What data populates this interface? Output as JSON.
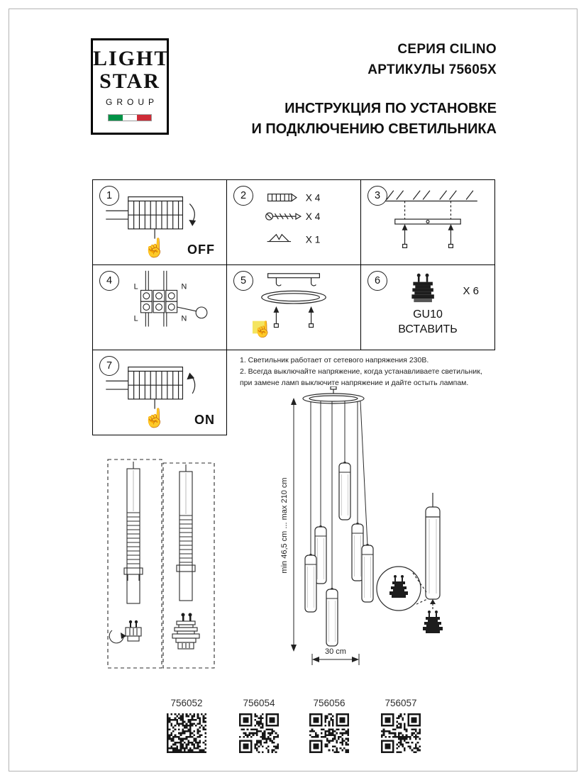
{
  "logo": {
    "light": "LIGHT",
    "star": "STAR",
    "group": "GROUP"
  },
  "header": {
    "series": "СЕРИЯ CILINO",
    "articles": "АРТИКУЛЫ 75605X",
    "title1": "ИНСТРУКЦИЯ ПО УСТАНОВКЕ",
    "title2": "И ПОДКЛЮЧЕНИЮ СВЕТИЛЬНИКА"
  },
  "steps": {
    "step1": {
      "num": "1",
      "switch_label": "OFF"
    },
    "step2": {
      "num": "2",
      "counts": [
        "X 4",
        "X 4",
        "X 1"
      ]
    },
    "step3": {
      "num": "3"
    },
    "step4": {
      "num": "4",
      "wire_labels": [
        "L",
        "N",
        "L",
        "N"
      ]
    },
    "step5": {
      "num": "5"
    },
    "step6": {
      "num": "6",
      "count": "X 6",
      "socket": "GU10",
      "action": "ВСТАВИТЬ"
    },
    "step7": {
      "num": "7",
      "switch_label": "ON"
    }
  },
  "notes": {
    "lines": [
      "1. Светильник работает от сетевого напряжения 230В.",
      "2. Всегда выключайте напряжение, когда устанавливаете светильник,",
      "при замене ламп выключите напряжение и дайте остыть лампам."
    ]
  },
  "diagram": {
    "height_label": "min 46,5 cm ... max 210 cm",
    "width_label": "30 cm"
  },
  "qr": {
    "items": [
      {
        "label": "756052"
      },
      {
        "label": "756054"
      },
      {
        "label": "756056"
      },
      {
        "label": "756057"
      }
    ]
  }
}
